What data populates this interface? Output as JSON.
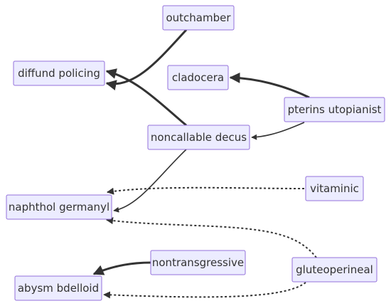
{
  "diagram": {
    "type": "flowchart",
    "nodes": [
      {
        "id": "outchamber",
        "label": "outchamber"
      },
      {
        "id": "diffund_policing",
        "label": "diffund policing"
      },
      {
        "id": "cladocera",
        "label": "cladocera"
      },
      {
        "id": "pterins_utopianist",
        "label": "pterins utopianist"
      },
      {
        "id": "noncallable_decus",
        "label": "noncallable decus"
      },
      {
        "id": "vitaminic",
        "label": "vitaminic"
      },
      {
        "id": "naphthol_germanyl",
        "label": "naphthol germanyl"
      },
      {
        "id": "nontransgressive",
        "label": "nontransgressive"
      },
      {
        "id": "gluteoperineal",
        "label": "gluteoperineal"
      },
      {
        "id": "abysm_bdelloid",
        "label": "abysm bdelloid"
      }
    ],
    "edges": [
      {
        "from": "outchamber",
        "to": "diffund_policing",
        "style": "thick"
      },
      {
        "from": "noncallable_decus",
        "to": "diffund_policing",
        "style": "thick"
      },
      {
        "from": "pterins_utopianist",
        "to": "cladocera",
        "style": "thick"
      },
      {
        "from": "pterins_utopianist",
        "to": "noncallable_decus",
        "style": "normal"
      },
      {
        "from": "noncallable_decus",
        "to": "naphthol_germanyl",
        "style": "normal"
      },
      {
        "from": "vitaminic",
        "to": "naphthol_germanyl",
        "style": "dotted"
      },
      {
        "from": "gluteoperineal",
        "to": "naphthol_germanyl",
        "style": "dotted"
      },
      {
        "from": "nontransgressive",
        "to": "abysm_bdelloid",
        "style": "thick"
      },
      {
        "from": "gluteoperineal",
        "to": "abysm_bdelloid",
        "style": "dotted"
      }
    ]
  },
  "colors": {
    "node_fill": "#ECECFF",
    "node_stroke": "#9370DB",
    "edge": "#333333",
    "text": "#333333"
  }
}
